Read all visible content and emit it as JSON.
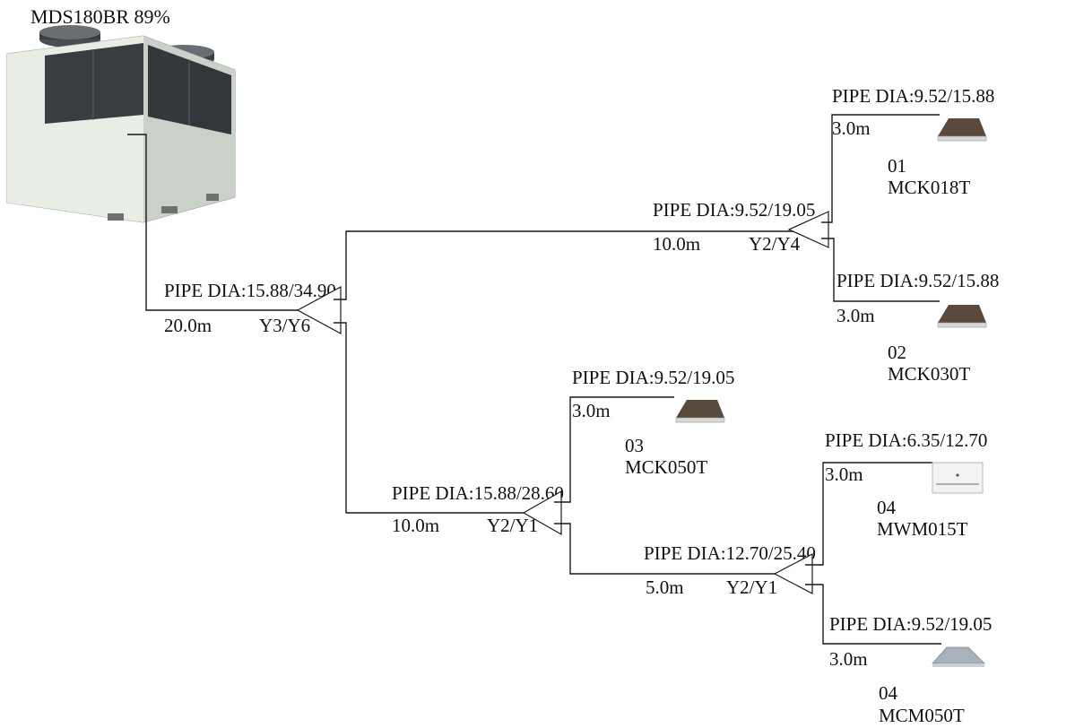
{
  "outdoor": {
    "title": "MDS180BR 89%",
    "icon": "outdoor-condenser-unit-icon"
  },
  "segments": {
    "main": {
      "dia": "PIPE DIA:15.88/34.90",
      "length": "20.0m",
      "joint": "Y3/Y6"
    },
    "upper": {
      "dia": "PIPE DIA:9.52/19.05",
      "length": "10.0m",
      "joint": "Y2/Y4"
    },
    "lower": {
      "dia": "PIPE DIA:15.88/28.60",
      "length": "10.0m",
      "joint": "Y2/Y1"
    },
    "lower2": {
      "dia": "PIPE DIA:12.70/25.40",
      "length": "5.0m",
      "joint": "Y2/Y1"
    }
  },
  "units": [
    {
      "dia": "PIPE DIA:9.52/15.88",
      "length": "3.0m",
      "no": "01",
      "model": "MCK018T",
      "icon": "cassette-unit-icon"
    },
    {
      "dia": "PIPE DIA:9.52/15.88",
      "length": "3.0m",
      "no": "02",
      "model": "MCK030T",
      "icon": "cassette-unit-icon"
    },
    {
      "dia": "PIPE DIA:9.52/19.05",
      "length": "3.0m",
      "no": "03",
      "model": "MCK050T",
      "icon": "cassette-unit-icon"
    },
    {
      "dia": "PIPE DIA:6.35/12.70",
      "length": "3.0m",
      "no": "04",
      "model": "MWM015T",
      "icon": "wall-mounted-unit-icon"
    },
    {
      "dia": "PIPE DIA:9.52/19.05",
      "length": "3.0m",
      "no": "04",
      "model": "MCM050T",
      "icon": "ceiling-unit-icon"
    }
  ],
  "colors": {
    "line": "#1a1a1a",
    "condenser": "#d9e0d8",
    "grille": "#3a3d40",
    "cassette": "#5a4a3c"
  }
}
